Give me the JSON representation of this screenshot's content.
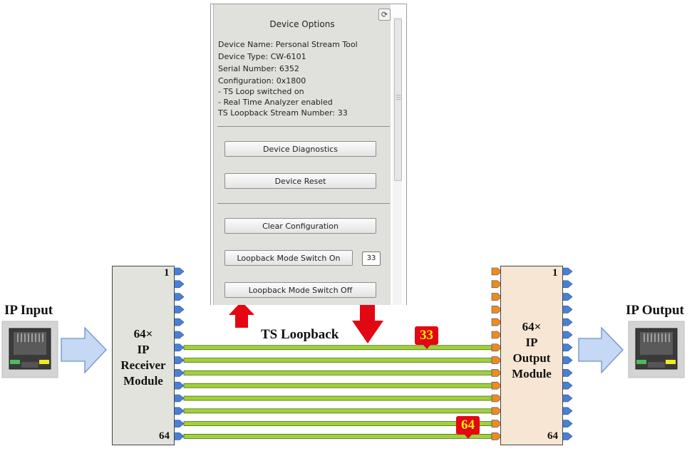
{
  "labels": {
    "ip_input": "IP Input",
    "ip_output": "IP Output",
    "ts_loopback": "TS Loopback"
  },
  "receiver": {
    "count": "64×",
    "line1": "IP",
    "line2": "Receiver",
    "line3": "Module",
    "port_first": "1",
    "port_last": "64"
  },
  "output": {
    "count": "64×",
    "line1": "IP",
    "line2": "Output",
    "line3": "Module",
    "port_first": "1",
    "port_last": "64"
  },
  "badges": {
    "first": "33",
    "second": "64"
  },
  "panel": {
    "title": "Device Options",
    "info": [
      "Device Name: Personal Stream Tool",
      "Device Type: CW-6101",
      "Serial Number: 6352",
      "Configuration: 0x1800",
      "- TS Loop switched on",
      "- Real Time Analyzer enabled",
      "TS Loopback Stream Number: 33"
    ],
    "buttons": {
      "diagnostics": "Device Diagnostics",
      "reset": "Device Reset",
      "clear": "Clear Configuration",
      "loop_on": "Loopback Mode Switch On",
      "loop_off": "Loopback Mode Switch Off"
    },
    "stream_number": "33"
  },
  "colors": {
    "port_blue": "#4a7fd6",
    "port_orange": "#f08a1c",
    "stream_green": "#9fd23a",
    "arrow_red": "#e30613",
    "flow_arrow": "#c5d8f4",
    "receiver_fill": "#e3e3de",
    "output_fill": "#f7e6d3"
  }
}
